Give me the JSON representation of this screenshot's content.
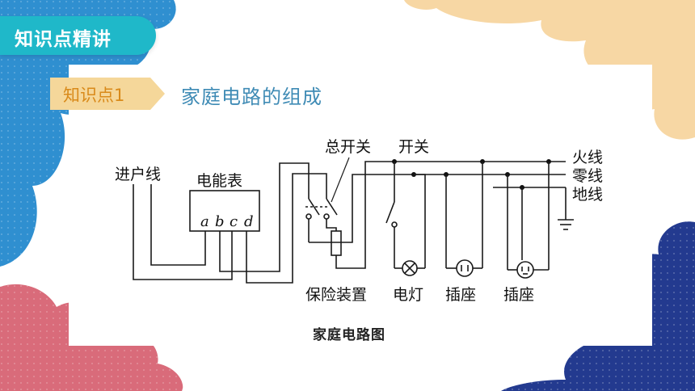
{
  "header": {
    "title": "知识点精讲"
  },
  "section": {
    "badge": "知识点1",
    "title": "家庭电路的组成"
  },
  "diagram": {
    "labels": {
      "incoming_line": "进户线",
      "meter": "电能表",
      "terminal_a": "a",
      "terminal_b": "b",
      "terminal_c": "c",
      "terminal_d": "d",
      "main_switch": "总开关",
      "switch": "开关",
      "live_wire": "火线",
      "neutral_wire": "零线",
      "ground_wire": "地线",
      "fuse": "保险装置",
      "lamp": "电灯",
      "socket_1": "插座",
      "socket_2": "插座"
    },
    "caption": "家庭电路图"
  },
  "colors": {
    "header_tab": "#1fb8c9",
    "badge_fill": "#f5d79a",
    "badge_text": "#d98a1a",
    "section_title": "#3f8bb5",
    "cloud_blue_light": "#2f8fd0",
    "cloud_blue_dark": "#233a8f",
    "cloud_peach": "#f7d7a4",
    "cloud_pink": "#d96b7a"
  }
}
